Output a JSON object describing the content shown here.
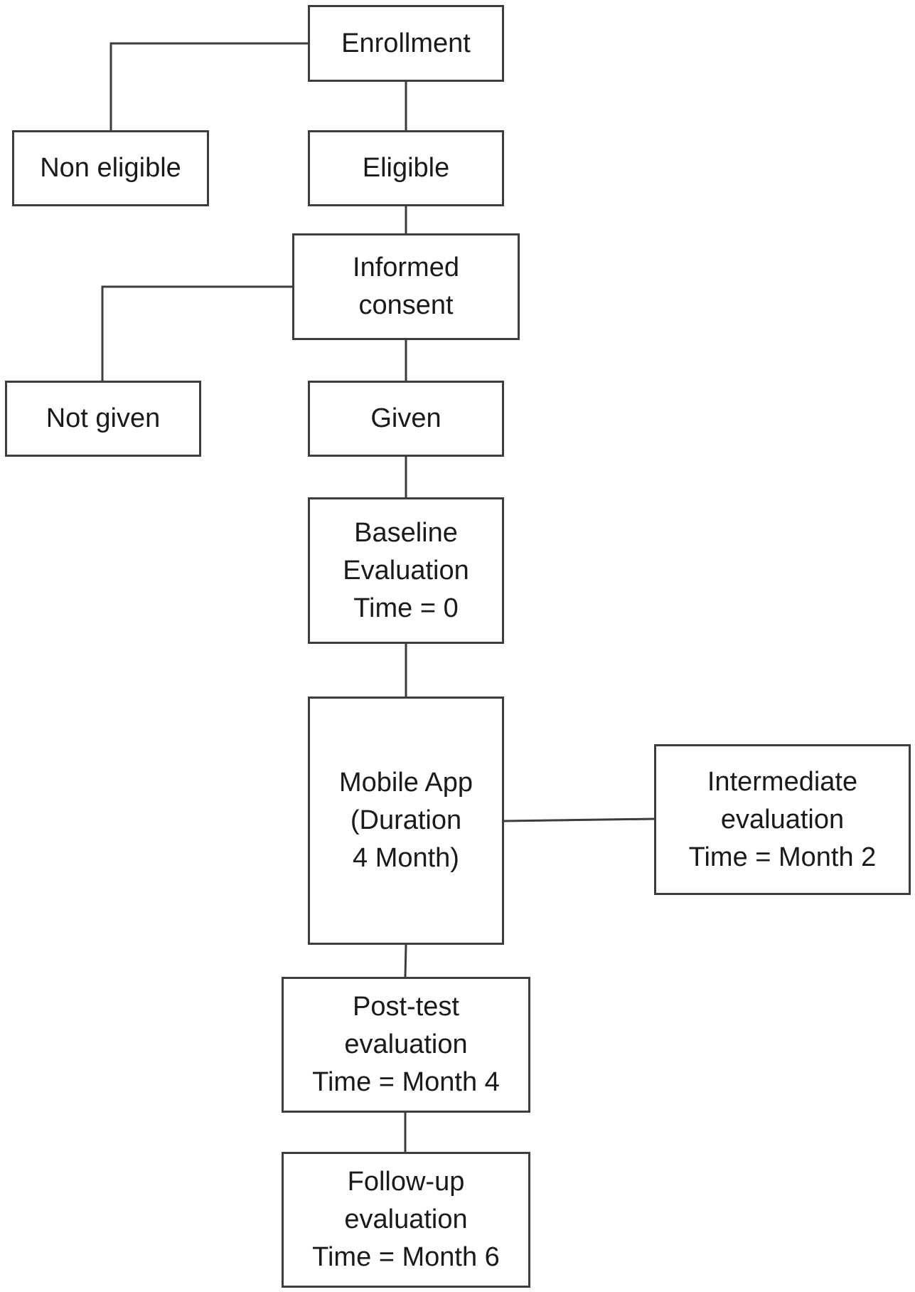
{
  "colors": {
    "line": "#3d3d3d",
    "text": "#1a1a1a",
    "background": "#ffffff"
  },
  "nodes": {
    "enrollment": "Enrollment",
    "non_eligible": "Non eligible",
    "eligible": "Eligible",
    "informed_consent": "Informed\nconsent",
    "not_given": "Not given",
    "given": "Given",
    "baseline": "Baseline\nEvaluation\nTime = 0",
    "mobile_app": "Mobile App\n(Duration\n4 Month)",
    "intermediate": "Intermediate\nevaluation\nTime = Month 2",
    "post_test": "Post-test\nevaluation\nTime = Month 4",
    "follow_up": "Follow-up\nevaluation\nTime = Month 6"
  }
}
